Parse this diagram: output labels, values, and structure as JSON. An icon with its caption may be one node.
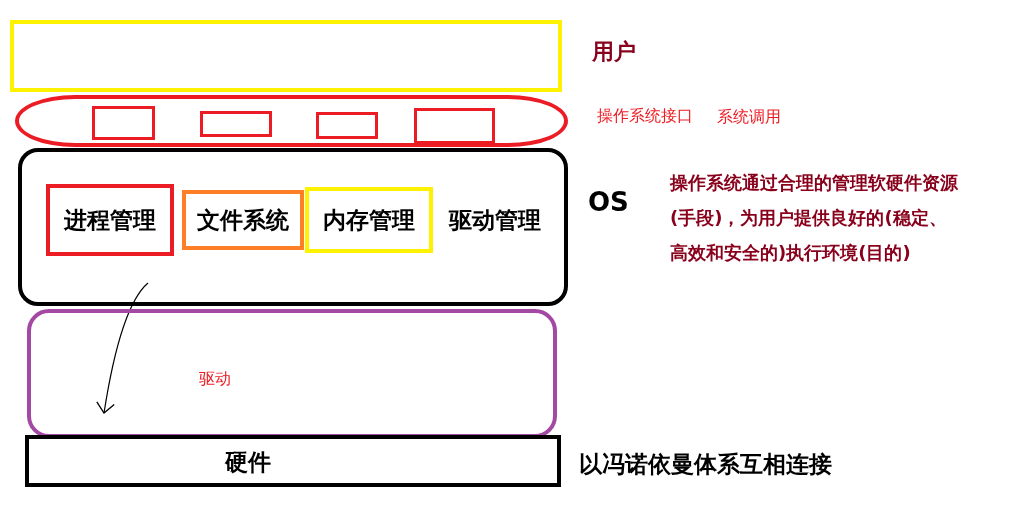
{
  "diagram": {
    "nodes": [
      {
        "text": [],
        "shape": "box",
        "beside": [
          "用户"
        ]
      },
      {
        "text": [],
        "shape": "ellipse",
        "beside": [
          "操作系统接口",
          "系统调用"
        ]
      },
      {
        "text": [],
        "shape": "box",
        "in": 1
      },
      {
        "text": [],
        "shape": "box",
        "in": 1
      },
      {
        "text": [],
        "shape": "box",
        "in": 1
      },
      {
        "text": [],
        "shape": "box",
        "in": 1
      },
      {
        "text": [],
        "shape": "box",
        "beside": [
          "OS",
          "操作系统通过合理的管理软硬件资源(手段)，为用户提供良好的(稳定、高效和安全的)执行环境(目的)"
        ]
      },
      {
        "text": [
          "进程管理"
        ],
        "in": 6
      },
      {
        "text": [
          "文件系统"
        ],
        "in": 6
      },
      {
        "text": [
          "内存管理"
        ],
        "in": 6
      },
      {
        "text": [
          "驱动管理"
        ],
        "in": 6
      },
      {
        "text": [
          "驱动"
        ]
      },
      {
        "text": [
          "硬件"
        ],
        "beside": [
          "以冯诺依曼体系互相连接"
        ]
      }
    ],
    "edges": [
      {
        "from": 6,
        "to": 11,
        "arrow": "to"
      }
    ]
  }
}
